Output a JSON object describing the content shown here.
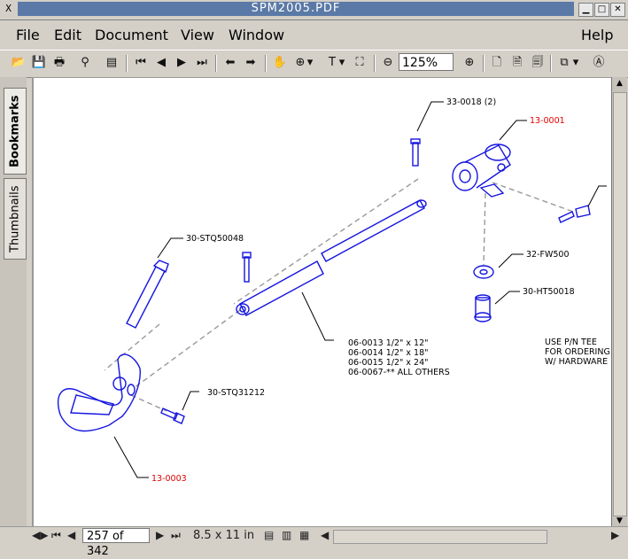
{
  "window": {
    "title": "SPM2005.PDF",
    "wm_icon": "X"
  },
  "menu": {
    "file": "File",
    "edit": "Edit",
    "document": "Document",
    "view": "View",
    "window": "Window",
    "help": "Help"
  },
  "toolbar": {
    "zoom": "125%"
  },
  "sidebar": {
    "bookmarks": "Bookmarks",
    "thumbnails": "Thumbnails"
  },
  "status": {
    "page": "257 of 342",
    "page_size": "8.5 x 11 in"
  },
  "drawing": {
    "labels": {
      "bolt_2": "33-0018 (2)",
      "main_red": "13-0001",
      "stud_1": "30-STQ50048",
      "washer": "32-FW500",
      "nut": "30-HT50018",
      "stud_2": "30-STQ31212",
      "red_2": "13-0003",
      "part_1": "06-0013 1/2\" x 12\"",
      "part_2": "06-0014 1/2\" x 18\"",
      "part_3": "06-0015 1/2\" x 24\"",
      "part_4": "06-0067-** ALL OTHERS",
      "note_1": "USE P/N TEE",
      "note_2": "FOR ORDERING",
      "note_3": "W/ HARDWARE"
    },
    "colors": {
      "part": "#1515e0",
      "red": "#e00000",
      "dash": "#888888",
      "line": "#000000"
    }
  }
}
